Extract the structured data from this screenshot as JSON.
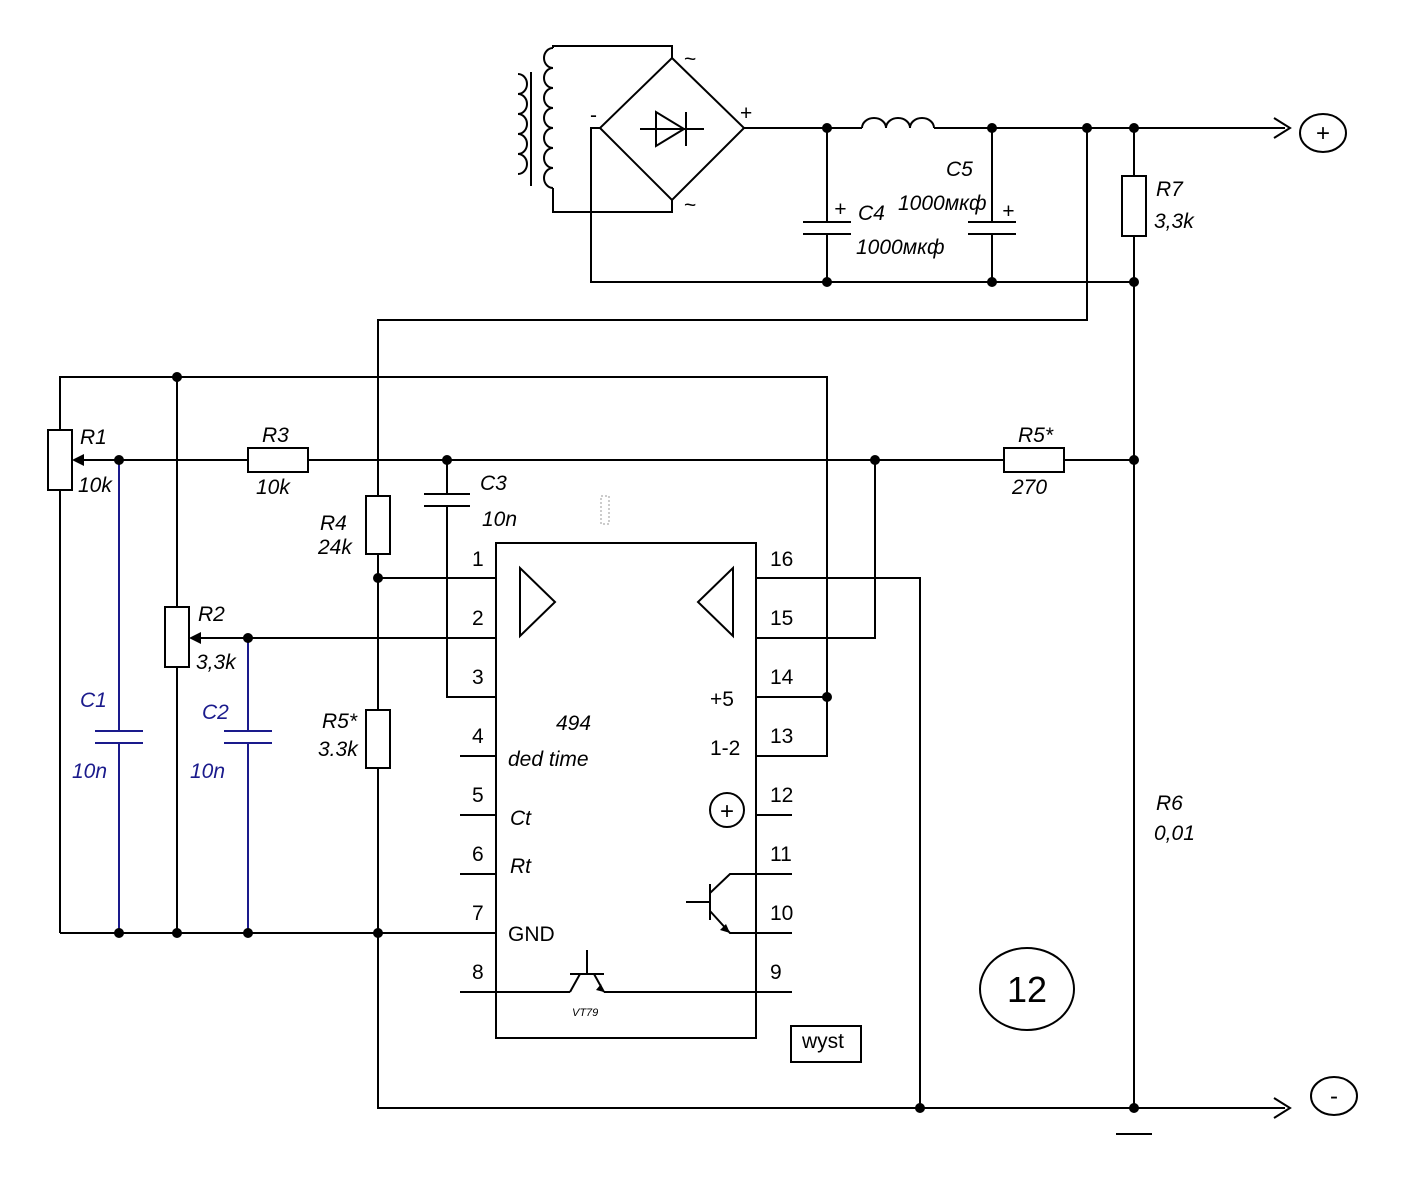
{
  "components": {
    "r1": {
      "name": "R1",
      "value": "10k"
    },
    "r2": {
      "name": "R2",
      "value": "3,3k"
    },
    "r3": {
      "name": "R3",
      "value": "10k"
    },
    "r4": {
      "name": "R4",
      "value": "24k"
    },
    "r5a": {
      "name": "R5*",
      "value": "270"
    },
    "r5b": {
      "name": "R5*",
      "value": "3.3k"
    },
    "r6": {
      "name": "R6",
      "value": "0,01"
    },
    "r7": {
      "name": "R7",
      "value": "3,3k"
    },
    "c1": {
      "name": "C1",
      "value": "10n"
    },
    "c2": {
      "name": "C2",
      "value": "10n"
    },
    "c3": {
      "name": "C3",
      "value": "10n"
    },
    "c4": {
      "name": "C4",
      "value": "1000мкф"
    },
    "c5": {
      "name": "C5",
      "value": "1000мкф"
    }
  },
  "ic": {
    "name": "494",
    "subtitle": "ded time",
    "pins_left": [
      "1",
      "2",
      "3",
      "4",
      "5",
      "6",
      "7",
      "8"
    ],
    "pins_right": [
      "16",
      "15",
      "14",
      "13",
      "12",
      "11",
      "10",
      "9"
    ],
    "label_ct": "Ct",
    "label_rt": "Rt",
    "label_gnd": "GND",
    "label_plus5": "+5",
    "label_12": "1-2",
    "transistor": "VT79"
  },
  "bridge": {
    "plus": "+",
    "minus": "-",
    "ac": "~"
  },
  "cap_polarity": "+",
  "terminals": {
    "positive": "+",
    "negative": "-",
    "internal_plus": "+"
  },
  "wyst": "wyst",
  "badge": "12"
}
